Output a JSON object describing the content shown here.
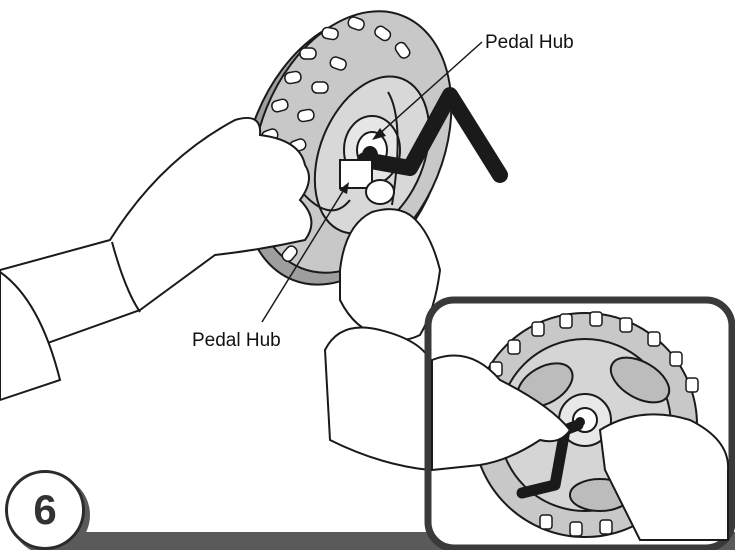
{
  "step": {
    "number": "6"
  },
  "callouts": [
    {
      "label": "Pedal Hub"
    },
    {
      "label": "Pedal Hub"
    }
  ],
  "colors": {
    "ink": "#1a1a1a",
    "tire": "#c8c8c8",
    "tire_shadow": "#9e9e9e",
    "frame": "#3a3a3a",
    "badge_shadow": "#5a5a5a",
    "paper": "#ffffff"
  }
}
